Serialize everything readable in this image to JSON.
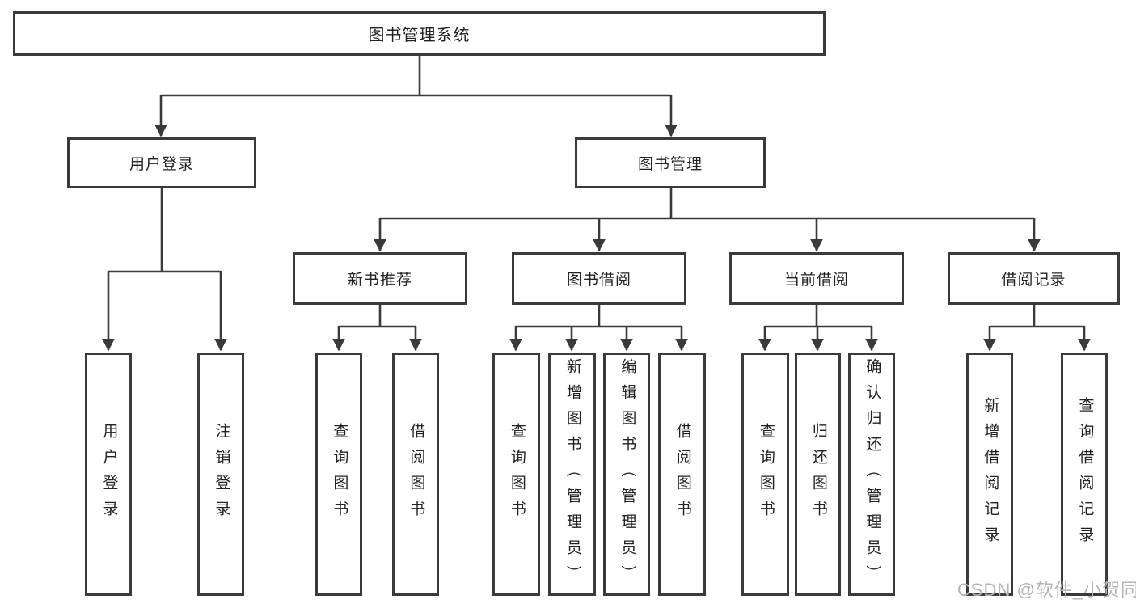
{
  "diagram": {
    "type": "tree",
    "root": {
      "label": "图书管理系统",
      "children": [
        {
          "label": "用户登录",
          "children": [
            {
              "label": "用户登录"
            },
            {
              "label": "注销登录"
            }
          ]
        },
        {
          "label": "图书管理",
          "children": [
            {
              "label": "新书推荐",
              "children": [
                {
                  "label": "查询图书"
                },
                {
                  "label": "借阅图书"
                }
              ]
            },
            {
              "label": "图书借阅",
              "children": [
                {
                  "label": "查询图书"
                },
                {
                  "label": "新增图书（管理员）"
                },
                {
                  "label": "编辑图书（管理员）"
                },
                {
                  "label": "借阅图书"
                }
              ]
            },
            {
              "label": "当前借阅",
              "children": [
                {
                  "label": "查询图书"
                },
                {
                  "label": "归还图书"
                },
                {
                  "label": "确认归还（管理员）"
                }
              ]
            },
            {
              "label": "借阅记录",
              "children": [
                {
                  "label": "新增借阅记录"
                },
                {
                  "label": "查询借阅记录"
                }
              ]
            }
          ]
        }
      ]
    }
  },
  "watermark": {
    "text": "CSDN @软件_小贺同学"
  },
  "colors": {
    "line": "#3a3a3a",
    "text": "#222222",
    "watermark": "#b4b4b4",
    "background": "#ffffff"
  }
}
